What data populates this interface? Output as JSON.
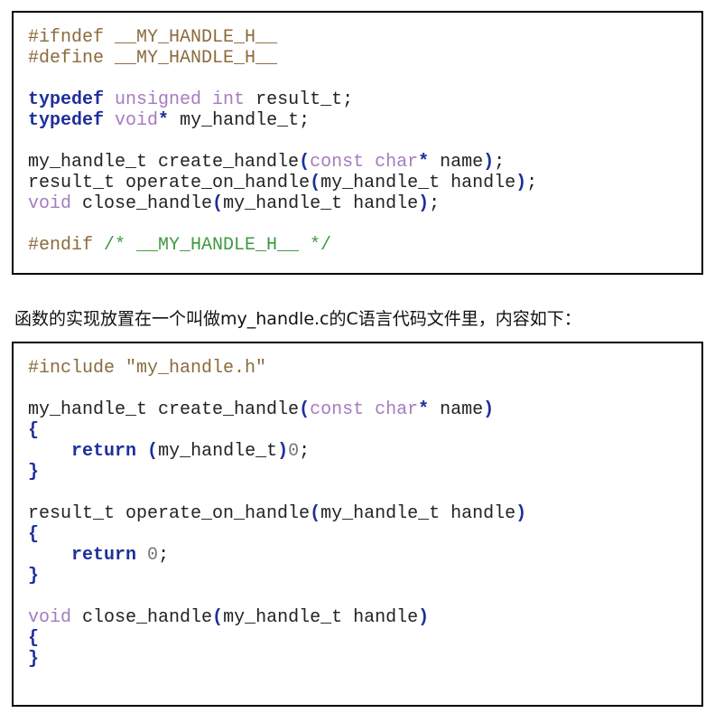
{
  "colors": {
    "preprocessor": "#8b6b3d",
    "keyword": "#1e2f9b",
    "type": "#a67bc0",
    "comment": "#3e9a3e",
    "number": "#777777",
    "text": "#222222",
    "border": "#000000"
  },
  "header_file": {
    "lines": [
      [
        {
          "t": "pp",
          "v": "#ifndef "
        },
        {
          "t": "pp",
          "v": "__MY_HANDLE_H__"
        }
      ],
      [
        {
          "t": "pp",
          "v": "#define "
        },
        {
          "t": "pp",
          "v": "__MY_HANDLE_H__"
        }
      ],
      [],
      [
        {
          "t": "kw",
          "v": "typedef"
        },
        {
          "t": "tx",
          "v": " "
        },
        {
          "t": "ty",
          "v": "unsigned int"
        },
        {
          "t": "tx",
          "v": " result_t;"
        }
      ],
      [
        {
          "t": "kw",
          "v": "typedef"
        },
        {
          "t": "tx",
          "v": " "
        },
        {
          "t": "ty",
          "v": "void"
        },
        {
          "t": "pn",
          "v": "*"
        },
        {
          "t": "tx",
          "v": " my_handle_t;"
        }
      ],
      [],
      [
        {
          "t": "tx",
          "v": "my_handle_t create_handle"
        },
        {
          "t": "pn",
          "v": "("
        },
        {
          "t": "ty",
          "v": "const char"
        },
        {
          "t": "pn",
          "v": "*"
        },
        {
          "t": "tx",
          "v": " name"
        },
        {
          "t": "pn",
          "v": ")"
        },
        {
          "t": "tx",
          "v": ";"
        }
      ],
      [
        {
          "t": "tx",
          "v": "result_t operate_on_handle"
        },
        {
          "t": "pn",
          "v": "("
        },
        {
          "t": "tx",
          "v": "my_handle_t handle"
        },
        {
          "t": "pn",
          "v": ")"
        },
        {
          "t": "tx",
          "v": ";"
        }
      ],
      [
        {
          "t": "ty",
          "v": "void"
        },
        {
          "t": "tx",
          "v": " close_handle"
        },
        {
          "t": "pn",
          "v": "("
        },
        {
          "t": "tx",
          "v": "my_handle_t handle"
        },
        {
          "t": "pn",
          "v": ")"
        },
        {
          "t": "tx",
          "v": ";"
        }
      ],
      [],
      [
        {
          "t": "pp",
          "v": "#endif "
        },
        {
          "t": "cm",
          "v": "/* __MY_HANDLE_H__ */"
        }
      ]
    ]
  },
  "caption": {
    "text": "函数的实现放置在一个叫做my_handle.c的C语言代码文件里，内容如下："
  },
  "source_file": {
    "lines": [
      [
        {
          "t": "pp",
          "v": "#include "
        },
        {
          "t": "st",
          "v": "\"my_handle.h\""
        }
      ],
      [],
      [
        {
          "t": "tx",
          "v": "my_handle_t create_handle"
        },
        {
          "t": "pn",
          "v": "("
        },
        {
          "t": "ty",
          "v": "const char"
        },
        {
          "t": "pn",
          "v": "*"
        },
        {
          "t": "tx",
          "v": " name"
        },
        {
          "t": "pn",
          "v": ")"
        }
      ],
      [
        {
          "t": "pn",
          "v": "{"
        }
      ],
      [
        {
          "t": "tx",
          "v": "    "
        },
        {
          "t": "kw",
          "v": "return"
        },
        {
          "t": "tx",
          "v": " "
        },
        {
          "t": "pn",
          "v": "("
        },
        {
          "t": "tx",
          "v": "my_handle_t"
        },
        {
          "t": "pn",
          "v": ")"
        },
        {
          "t": "nm",
          "v": "0"
        },
        {
          "t": "tx",
          "v": ";"
        }
      ],
      [
        {
          "t": "pn",
          "v": "}"
        }
      ],
      [],
      [
        {
          "t": "tx",
          "v": "result_t operate_on_handle"
        },
        {
          "t": "pn",
          "v": "("
        },
        {
          "t": "tx",
          "v": "my_handle_t handle"
        },
        {
          "t": "pn",
          "v": ")"
        }
      ],
      [
        {
          "t": "pn",
          "v": "{"
        }
      ],
      [
        {
          "t": "tx",
          "v": "    "
        },
        {
          "t": "kw",
          "v": "return"
        },
        {
          "t": "tx",
          "v": " "
        },
        {
          "t": "nm",
          "v": "0"
        },
        {
          "t": "tx",
          "v": ";"
        }
      ],
      [
        {
          "t": "pn",
          "v": "}"
        }
      ],
      [],
      [
        {
          "t": "ty",
          "v": "void"
        },
        {
          "t": "tx",
          "v": " close_handle"
        },
        {
          "t": "pn",
          "v": "("
        },
        {
          "t": "tx",
          "v": "my_handle_t handle"
        },
        {
          "t": "pn",
          "v": ")"
        }
      ],
      [
        {
          "t": "pn",
          "v": "{"
        }
      ],
      [
        {
          "t": "pn",
          "v": "}"
        }
      ]
    ]
  }
}
